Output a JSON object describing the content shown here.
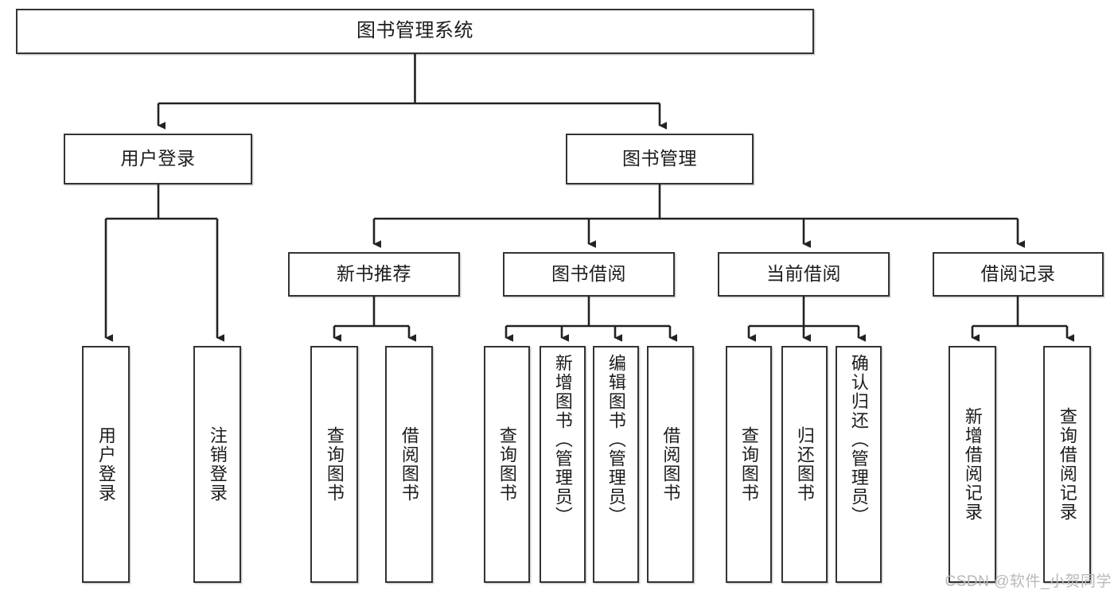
{
  "diagram": {
    "title": "图书管理系统",
    "type": "tree",
    "watermark": "CSDN @软件_小贺同学",
    "colors": {
      "stroke": "#333333",
      "fill": "#ffffff",
      "text": "#1c1c1c",
      "watermark": "#b9b9b9"
    },
    "nodes": {
      "root": {
        "label": "图书管理系统"
      },
      "level2": [
        {
          "label": "用户登录"
        },
        {
          "label": "图书管理"
        }
      ],
      "level3": [
        {
          "label": "新书推荐"
        },
        {
          "label": "图书借阅"
        },
        {
          "label": "当前借阅"
        },
        {
          "label": "借阅记录"
        }
      ],
      "leaves": {
        "user_login": [
          {
            "label": "用户登录"
          },
          {
            "label": "注销登录"
          }
        ],
        "new_book_recommend": [
          {
            "label": "查询图书"
          },
          {
            "label": "借阅图书"
          }
        ],
        "book_borrow": [
          {
            "label": "查询图书"
          },
          {
            "label": "新增图书（管理员）"
          },
          {
            "label": "编辑图书（管理员）"
          },
          {
            "label": "借阅图书"
          }
        ],
        "current_borrow": [
          {
            "label": "查询图书"
          },
          {
            "label": "归还图书"
          },
          {
            "label": "确认归还（管理员）"
          }
        ],
        "borrow_record": [
          {
            "label": "新增借阅记录"
          },
          {
            "label": "查询借阅记录"
          }
        ]
      }
    }
  }
}
